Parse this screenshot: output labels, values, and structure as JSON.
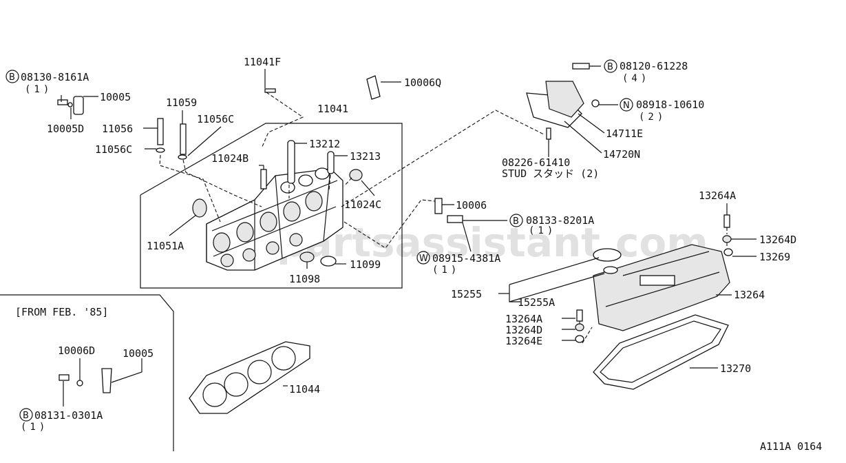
{
  "diagram": {
    "watermark": "partsassistant.com",
    "figure_code": "A111A 0164",
    "inset_caption": "[FROM FEB. '85]",
    "labels": {
      "p_08130_8161A": "08130-8161A",
      "p_08130_qty": "(1)",
      "p_10005_a": "10005",
      "p_10005D": "10005D",
      "p_11056": "11056",
      "p_11059": "11059",
      "p_11056C_top": "11056C",
      "p_11056C_left": "11056C",
      "p_11041F": "11041F",
      "p_11041": "11041",
      "p_10006Q": "10006Q",
      "p_13212": "13212",
      "p_13213": "13213",
      "p_11024B": "11024B",
      "p_11024C": "11024C",
      "p_11051A": "11051A",
      "p_11098": "11098",
      "p_11099": "11099",
      "p_10006": "10006",
      "p_08133_8201A": "08133-8201A",
      "p_08133_qty": "(1)",
      "p_08915_4381A": "08915-4381A",
      "p_08915_qty": "(1)",
      "p_08120_61228": "08120-61228",
      "p_08120_qty": "(4)",
      "p_08918_10610": "08918-10610",
      "p_08918_qty": "(2)",
      "p_14711E": "14711E",
      "p_14720N": "14720N",
      "p_08226_61410": "08226-61410",
      "p_stud": "STUD スタッド (2)",
      "p_13264A_top": "13264A",
      "p_13264D_right": "13264D",
      "p_13269": "13269",
      "p_13264": "13264",
      "p_15255": "15255",
      "p_15255A": "15255A",
      "p_13264A_left": "13264A",
      "p_13264D_left": "13264D",
      "p_13264E": "13264E",
      "p_13270": "13270",
      "p_11044": "11044",
      "p_10006D": "10006D",
      "p_10005_inset": "10005",
      "p_08131_0301A": "08131-0301A",
      "p_08131_qty": "(1)"
    },
    "symbols": {
      "bolt": "B",
      "nut": "N",
      "washer": "W"
    }
  }
}
